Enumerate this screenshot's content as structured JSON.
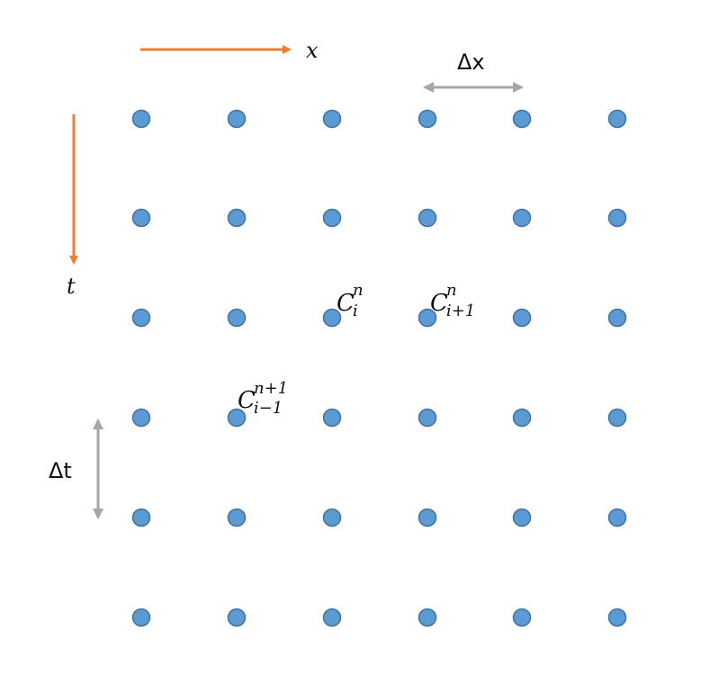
{
  "axes": {
    "x_label": "x",
    "t_label": "t",
    "axis_color": "#ED7D31"
  },
  "spacing": {
    "dx_label": "Δx",
    "dt_label": "Δt",
    "arrow_color": "#A6A6A6"
  },
  "grid": {
    "rows": 6,
    "cols": 6,
    "node_color": "#5B9BD5",
    "node_stroke": "#41719C"
  },
  "node_labels": [
    {
      "id": "c-i-n",
      "base": "C",
      "sub": "i",
      "sup": "n"
    },
    {
      "id": "c-i-plus-1-n",
      "base": "C",
      "sub": "i+1",
      "sup": "n"
    },
    {
      "id": "c-i-minus-1-n-plus-1",
      "base": "C",
      "sub": "i−1",
      "sup": "n+1"
    }
  ]
}
